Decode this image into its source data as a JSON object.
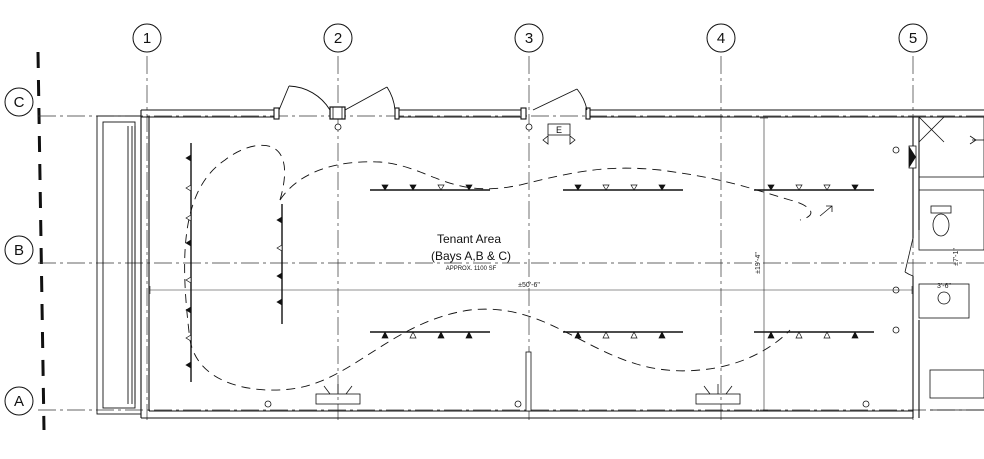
{
  "grid": {
    "columns": [
      "1",
      "2",
      "3",
      "4",
      "5"
    ],
    "rows": [
      "C",
      "B",
      "A"
    ]
  },
  "room": {
    "name_line1": "Tenant Area",
    "name_line2": "(Bays A,B & C)",
    "area": "APPROX. 1100 SF"
  },
  "dimensions": {
    "width": "±50'-6\"",
    "depth": "±19'-4\"",
    "right_small": "±7'-1\"",
    "right_small2": "3'-6\""
  },
  "labels": {
    "exit": "E"
  },
  "colors": {
    "line": "#111111",
    "grid_line": "#333333"
  }
}
